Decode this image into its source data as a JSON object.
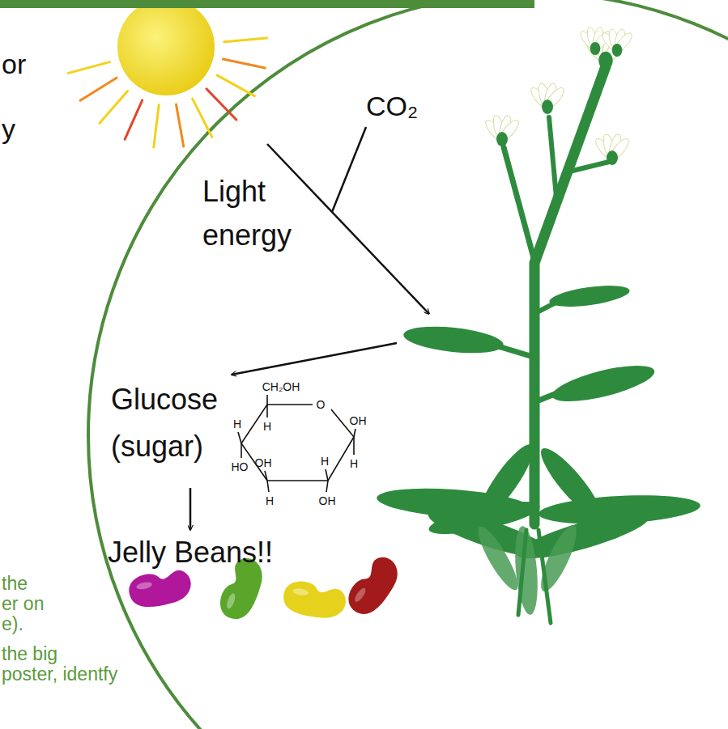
{
  "diagram": {
    "labels": [
      "or",
      "y",
      "CO₂",
      "Light energy",
      "Glucose (sugar)",
      "CH₂OH",
      "O",
      "H",
      "H",
      "OH",
      "HO",
      "OH",
      "H",
      "H",
      "H",
      "OH",
      "Jelly Beans!!",
      "the",
      "er on",
      "e).",
      "the big",
      "poster, identfy"
    ]
  }
}
